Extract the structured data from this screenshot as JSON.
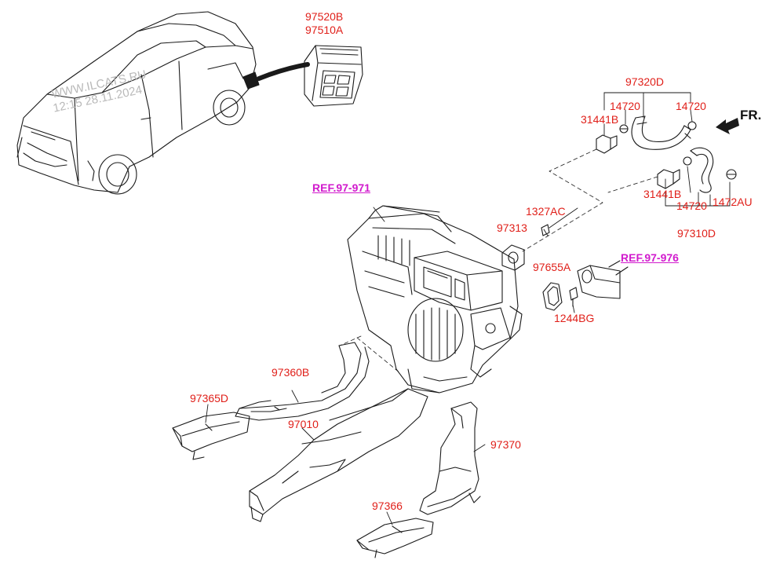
{
  "watermark": {
    "line1": "WWW.ILCATS.RU",
    "line2": "12:15 28.11.2024"
  },
  "direction": {
    "label": "FR.",
    "arrow_icon": "forward-arrow-icon"
  },
  "colors": {
    "part_label": "#e0201a",
    "reference": "#d11acd",
    "line": "#1a1a1a"
  },
  "labels": {
    "p97520B": "97520B",
    "p97510A": "97510A",
    "p97320D": "97320D",
    "p14720_a": "14720",
    "p14720_b": "14720",
    "p31441B_a": "31441B",
    "p31441B_b": "31441B",
    "p14720_c": "14720",
    "p1472AU": "1472AU",
    "p97310D": "97310D",
    "ref_97_971": "REF.97-971",
    "p1327AC": "1327AC",
    "p97313": "97313",
    "p97655A": "97655A",
    "ref_97_976": "REF.97-976",
    "p1244BG": "1244BG",
    "p97360B": "97360B",
    "p97365D": "97365D",
    "p97010": "97010",
    "p97370": "97370",
    "p97366": "97366"
  }
}
